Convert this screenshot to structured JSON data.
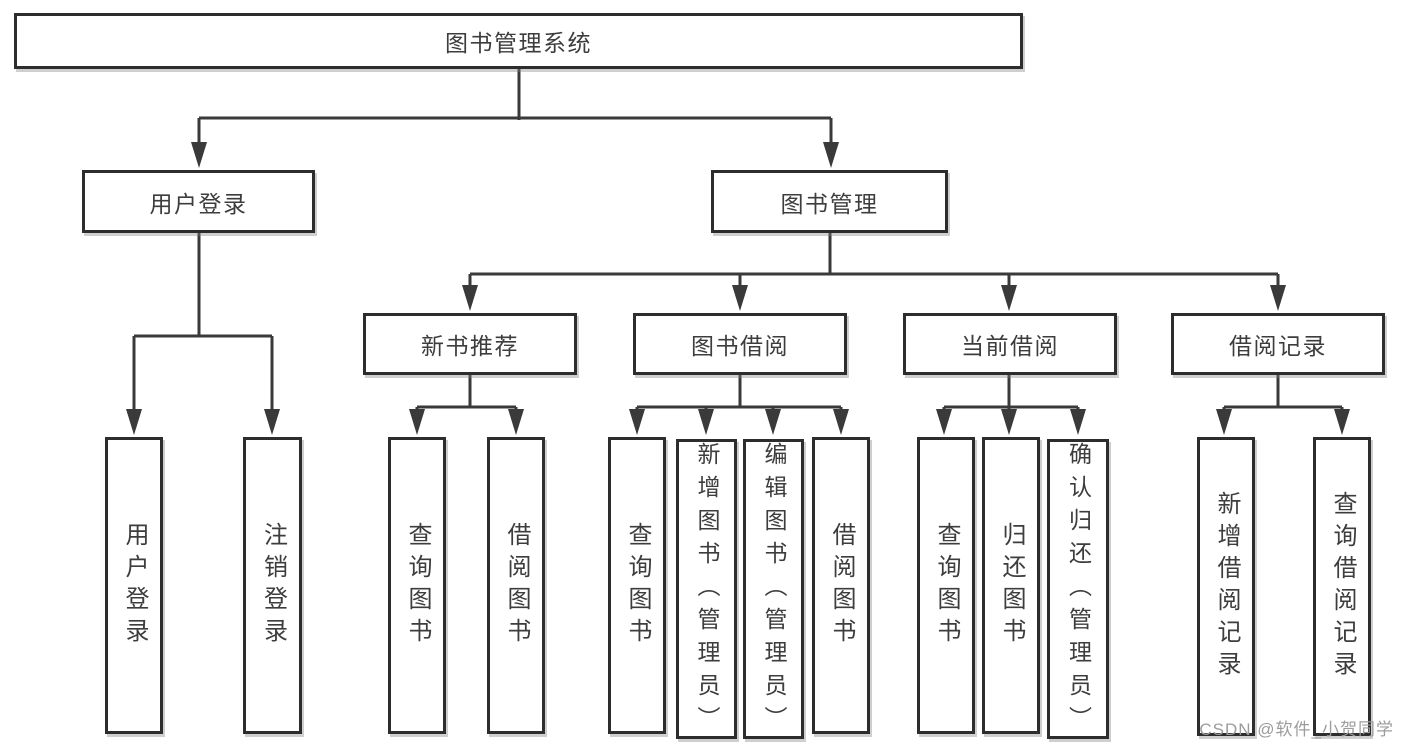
{
  "diagram": {
    "root_label": "图书管理系统",
    "level2": {
      "user_login": "用户登录",
      "book_mgmt": "图书管理"
    },
    "level3": {
      "new_book": "新书推荐",
      "book_borrow": "图书借阅",
      "current_borrow": "当前借阅",
      "borrow_record": "借阅记录"
    },
    "leaves": {
      "user_login": [
        "用户登录",
        "注销登录"
      ],
      "new_book": [
        "查询图书",
        "借阅图书"
      ],
      "book_borrow": [
        "查询图书",
        "新增图书（管理员）",
        "编辑图书（管理员）",
        "借阅图书"
      ],
      "current_borrow": [
        "查询图书",
        "归还图书",
        "确认归还（管理员）"
      ],
      "borrow_record": [
        "新增借阅记录",
        "查询借阅记录"
      ]
    },
    "watermark": "CSDN @软件_小贺同学",
    "colors": {
      "line": "#3a3a3a",
      "border": "#2d2d2d",
      "text": "#3d3d3d",
      "watermark": "#9c9c9c",
      "background": "#ffffff"
    }
  }
}
